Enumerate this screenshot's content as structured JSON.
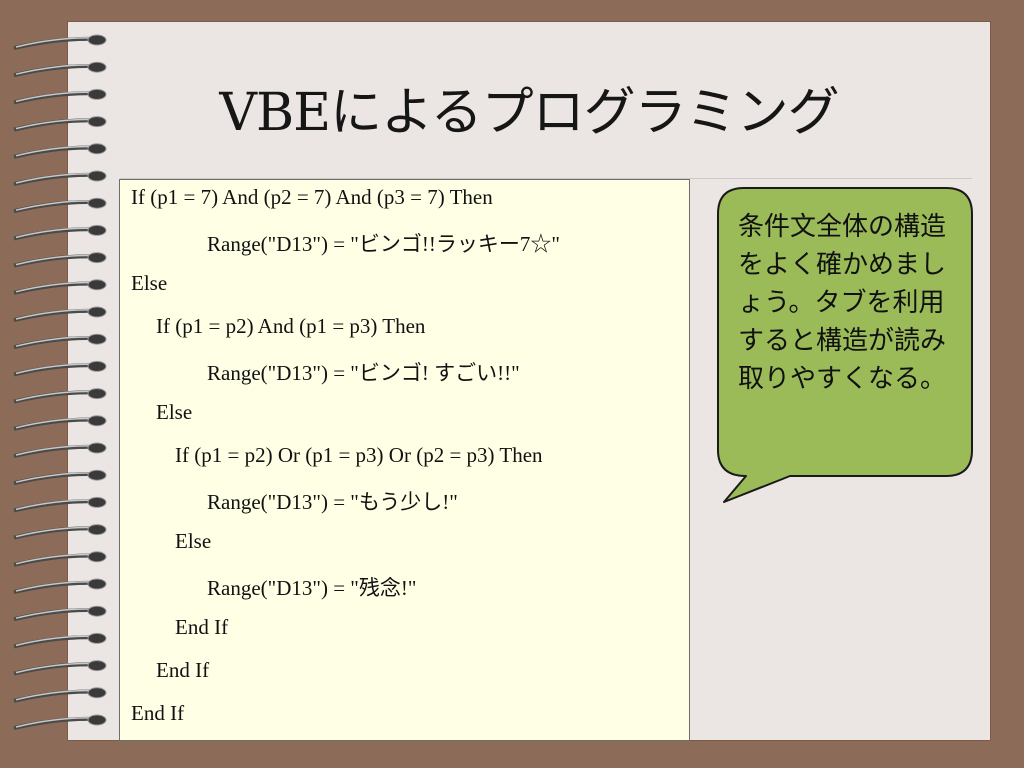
{
  "slide": {
    "title": "VBEによるプログラミング",
    "code_lines": [
      "If (p1 = 7) And (p2 = 7) And (p3 = 7) Then",
      "Range(\"D13\") = \"ビンゴ!!ラッキー7☆\"",
      "Else",
      "If (p1 = p2) And (p1 = p3) Then",
      "Range(\"D13\") = \"ビンゴ! すごい!!\"",
      "Else",
      "If (p1 = p2) Or (p1 = p3) Or (p2 = p3) Then",
      "Range(\"D13\") = \"もう少し!\"",
      "Else",
      "Range(\"D13\") = \"残念!\"",
      "End If",
      "End If",
      "End If"
    ],
    "callout_text": "条件文全体の構造をよく確かめましょう。タブを利用すると構造が読み取りやすくなる。"
  },
  "colors": {
    "background": "#8c6c58",
    "page": "#ebe6e3",
    "code_box": "#ffffe6",
    "callout_fill": "#9bbb59"
  }
}
